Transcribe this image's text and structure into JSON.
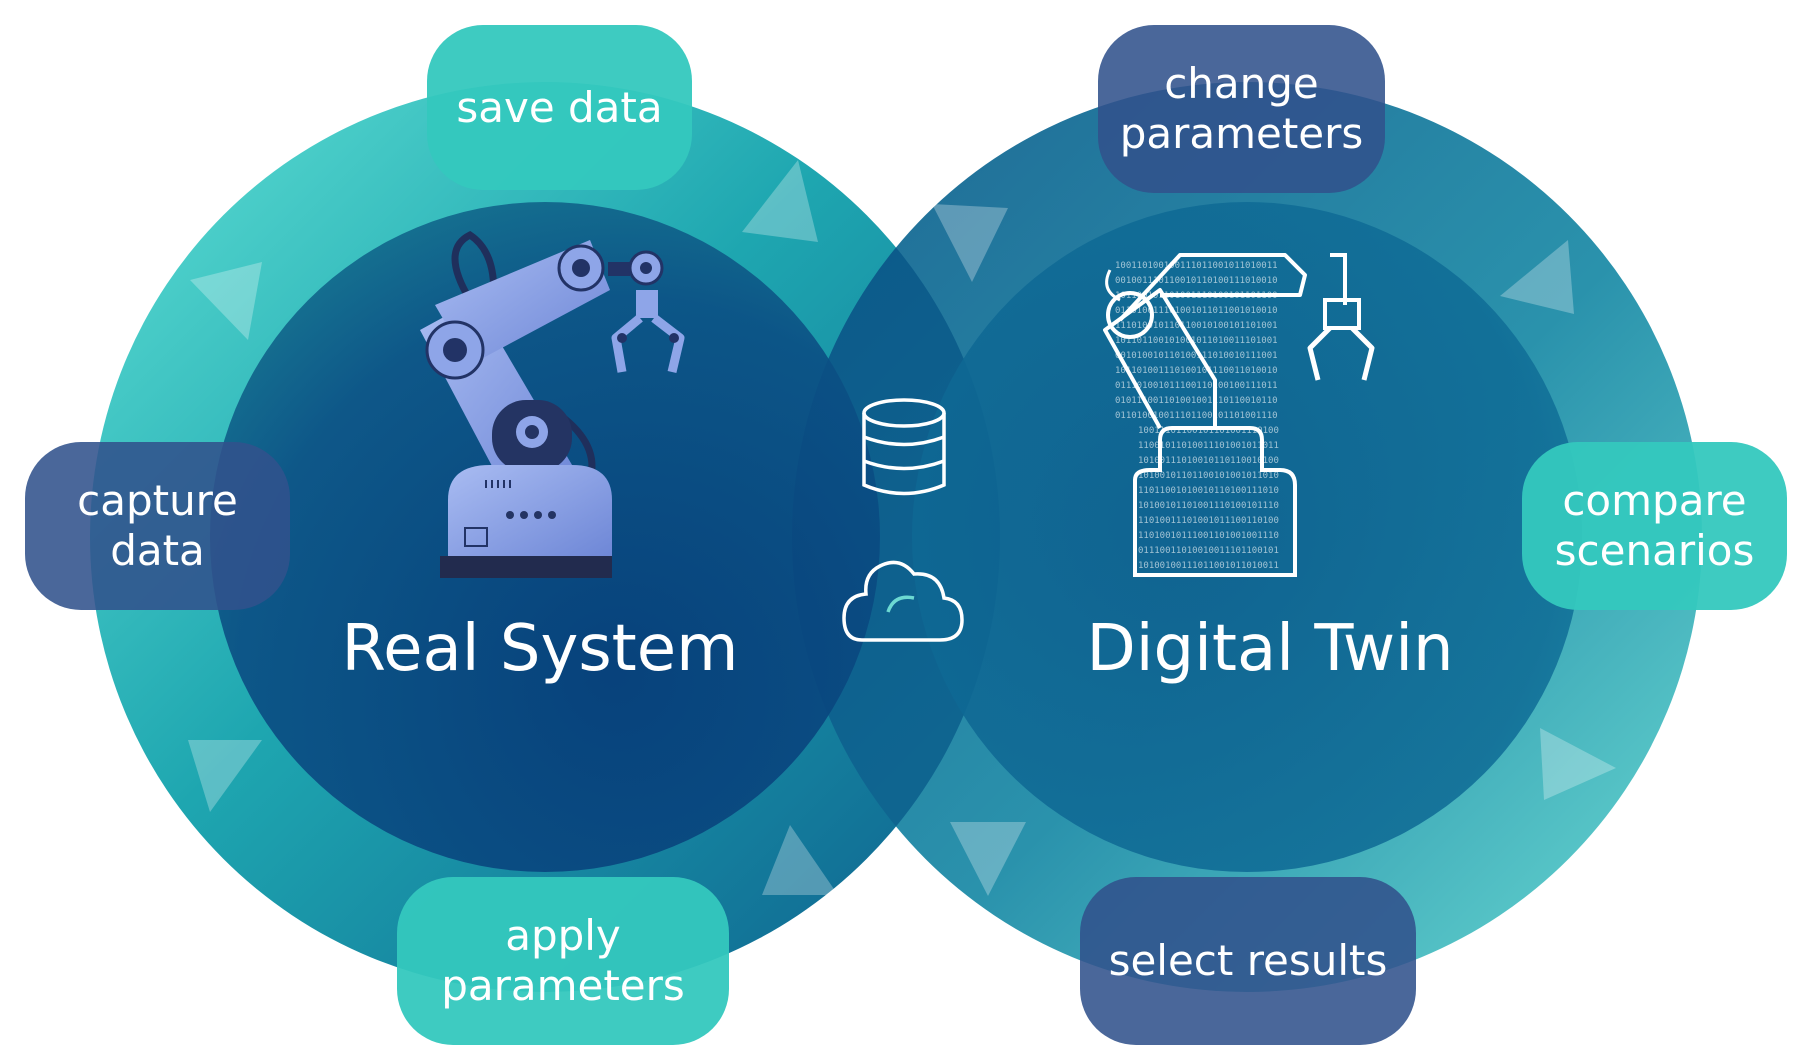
{
  "diagram": {
    "left_circle_label": "Real System",
    "right_circle_label": "Digital Twin",
    "left_cycle_steps": [
      {
        "id": "save-data",
        "label": "save data"
      },
      {
        "id": "capture-data",
        "label": "capture\ndata"
      },
      {
        "id": "apply-parameters",
        "label": "apply\nparameters"
      }
    ],
    "right_cycle_steps": [
      {
        "id": "change-parameters",
        "label": "change\nparameters"
      },
      {
        "id": "compare-scenarios",
        "label": "compare\nscenarios"
      },
      {
        "id": "select-results",
        "label": "select results"
      }
    ],
    "center_icons": [
      "database-icon",
      "cloud-icon"
    ],
    "illustrations": [
      "robot-arm-icon",
      "digital-robot-arm-icon"
    ],
    "binary_pattern": "10011010010011101100101101001110100101101100101001011010011101001011"
  },
  "colors": {
    "teal_pill": "#34C8BE",
    "navy_pill": "#31528C",
    "outer_ring_light": "#4FD6CC",
    "outer_ring_dark": "#0E6F97",
    "inner_circle_dark": "#0A3F7A",
    "robot_blue": "#8FA6E6",
    "robot_dark": "#243463"
  }
}
